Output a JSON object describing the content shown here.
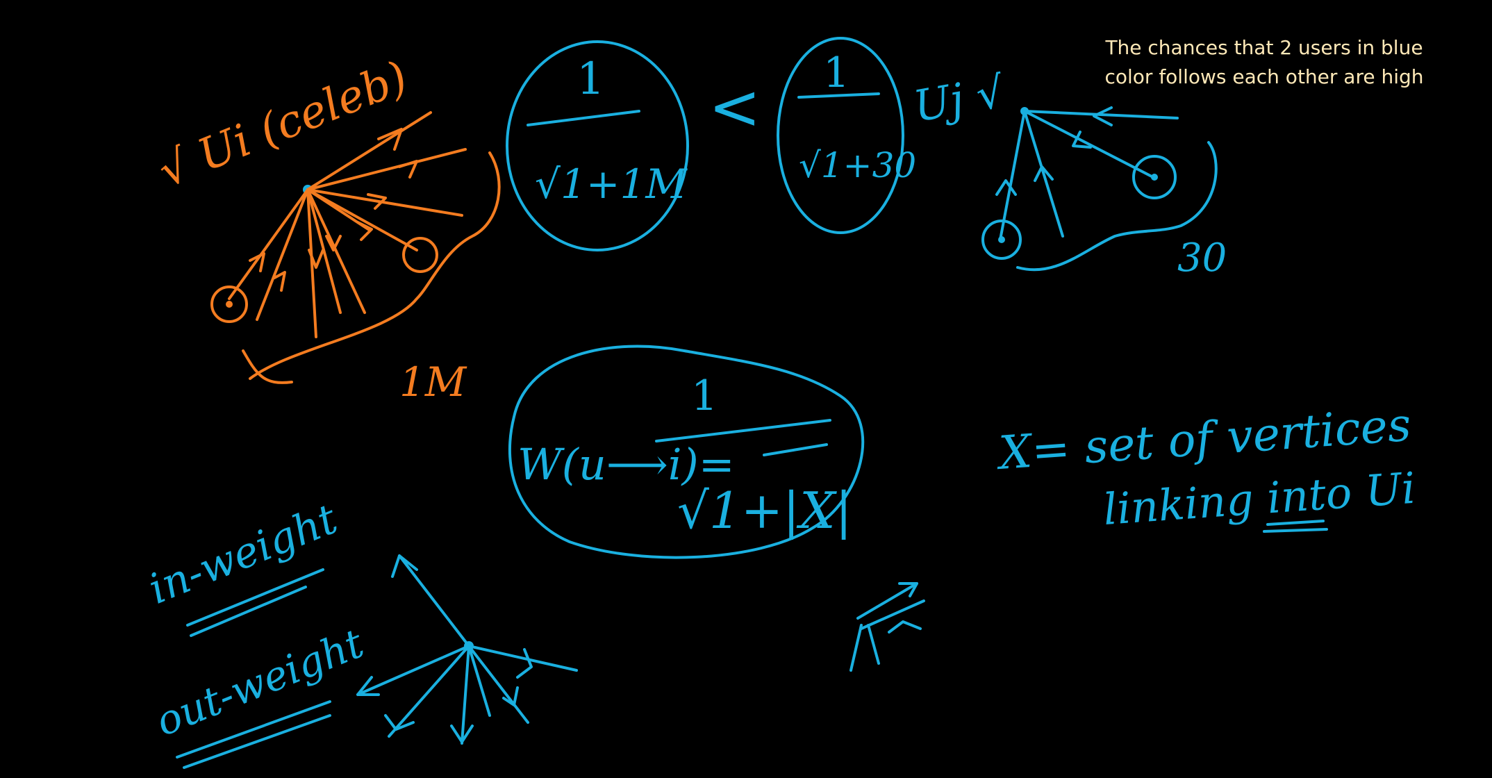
{
  "note": {
    "line1": "The chances that 2 users in blue",
    "line2": "color follows each other are high"
  },
  "colors": {
    "background": "#000000",
    "ink_orange": "#f47c20",
    "ink_blue": "#1ab0e0",
    "note_text": "#ffe9b8"
  },
  "handwriting": {
    "ui_celeb": "√ Ui (celeb)",
    "one_million": "1M",
    "frac_left_num": "1",
    "frac_left_den": "√1+1M",
    "less_than": "<",
    "frac_right_num": "1",
    "frac_right_den": "√1+30",
    "uj": "Uj √",
    "thirty": "30",
    "w_lhs": "W(u⟶i)=",
    "w_num": "1",
    "w_den": "√1+|X|",
    "x_def_line1": "X= set of vertices",
    "x_def_line2": "linking into Ui",
    "in_weight": "in-weight",
    "out_weight": "out-weight"
  }
}
